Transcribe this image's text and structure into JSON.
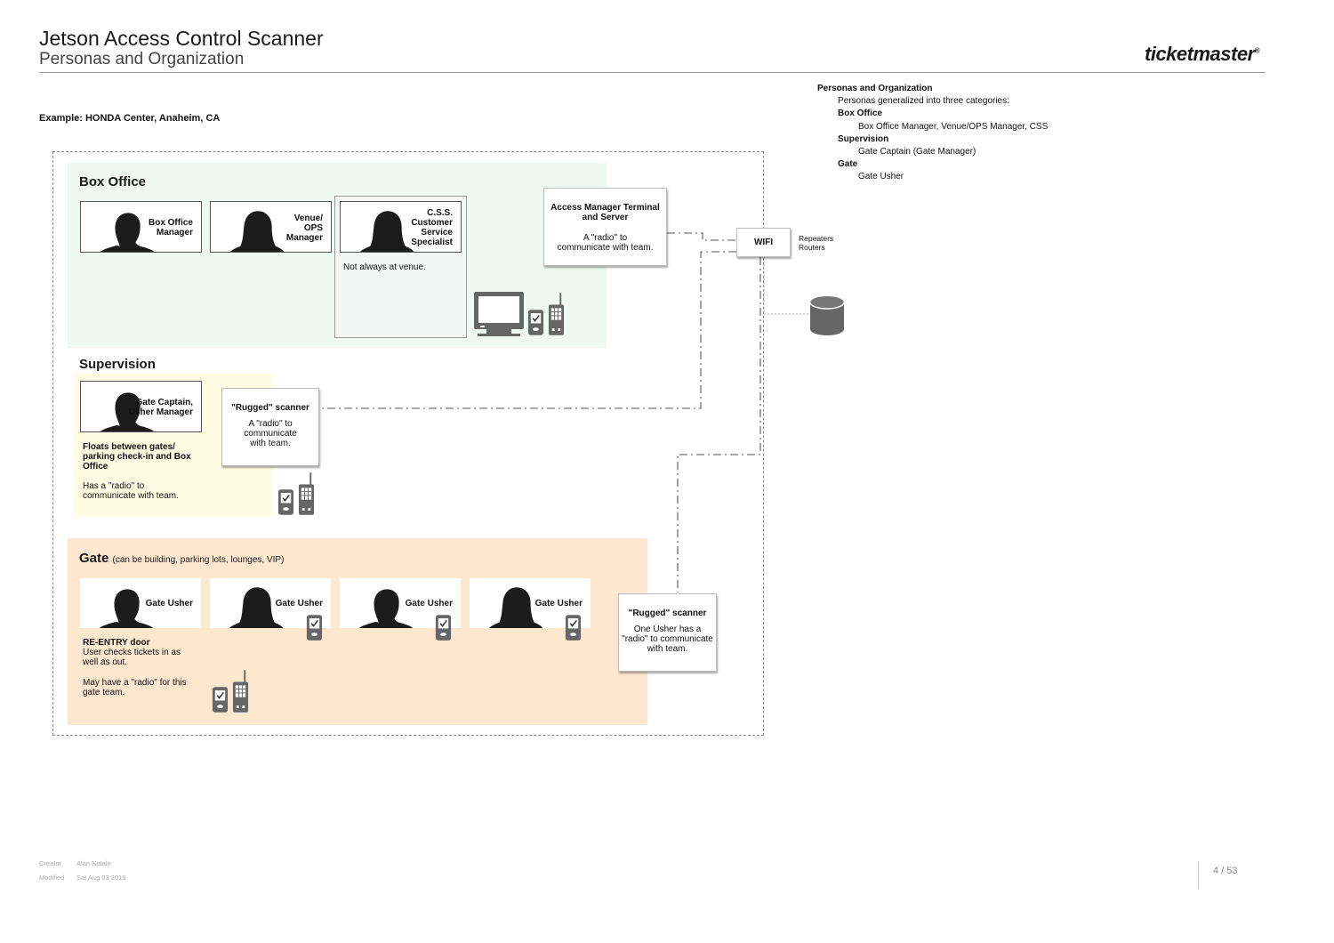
{
  "header": {
    "title": "Jetson Access Control Scanner",
    "subtitle": "Personas and Organization",
    "logo_text": "ticketmaster",
    "logo_mark": "®"
  },
  "example": "Example: HONDA Center, Anaheim, CA",
  "outline": {
    "heading": "Personas and Organization",
    "intro": "Personas generalized into three categories:",
    "groups": [
      {
        "name": "Box Office",
        "detail": "Box Office Manager, Venue/OPS Manager, CSS"
      },
      {
        "name": "Supervision",
        "detail": "Gate Captain (Gate Manager)"
      },
      {
        "name": "Gate",
        "detail": "Gate Usher"
      }
    ]
  },
  "box_office": {
    "title": "Box Office",
    "personas": [
      {
        "label": "Box Office Manager"
      },
      {
        "label": "Venue/ OPS Manager"
      },
      {
        "label": "C.S.S. Customer Service Specialist"
      }
    ],
    "css_note": "Not always at venue."
  },
  "terminal": {
    "heading": "Access Manager Terminal and Server",
    "body": "A \"radio\" to communicate with team."
  },
  "wifi": {
    "label": "WIFI",
    "note_line1": "Repeaters",
    "note_line2": "Routers"
  },
  "supervision": {
    "title": "Supervision",
    "persona": "Gate Captain, Usher Manager",
    "note_bold": "Floats between gates/ parking check-in and Box Office",
    "note": "Has a \"radio\" to communicate with team."
  },
  "sup_scanner": {
    "heading": "\"Rugged\" scanner",
    "body": "A \"radio\" to communicate with team."
  },
  "gate": {
    "title": "Gate",
    "title_note": "(can be building, parking lots, lounges, VIP)",
    "ushers": [
      {
        "label": "Gate Usher"
      },
      {
        "label": "Gate Usher"
      },
      {
        "label": "Gate Usher"
      },
      {
        "label": "Gate Usher"
      }
    ],
    "reentry_heading": "RE-ENTRY door",
    "reentry_body": "User checks tickets in as well as out.",
    "radio_note": "May have a \"radio\" for this gate team."
  },
  "gate_scanner": {
    "heading": "\"Rugged\" scanner",
    "body": "One Usher has a \"radio\" to communicate with team."
  },
  "footer": {
    "creator_label": "Creator",
    "creator": "Alan Natale",
    "modified_label": "Modified",
    "modified": "Sat Aug 03 2019",
    "page": "4 / 53"
  },
  "icons": [
    "male-person-icon",
    "female-person-icon",
    "monitor-icon",
    "scanner-icon",
    "radio-icon",
    "database-icon"
  ],
  "colors": {
    "box_office_zone": "#eff8f2",
    "supervision_zone": "#fdfde3",
    "gate_zone": "#fde7cf",
    "device_gray": "#666666"
  }
}
